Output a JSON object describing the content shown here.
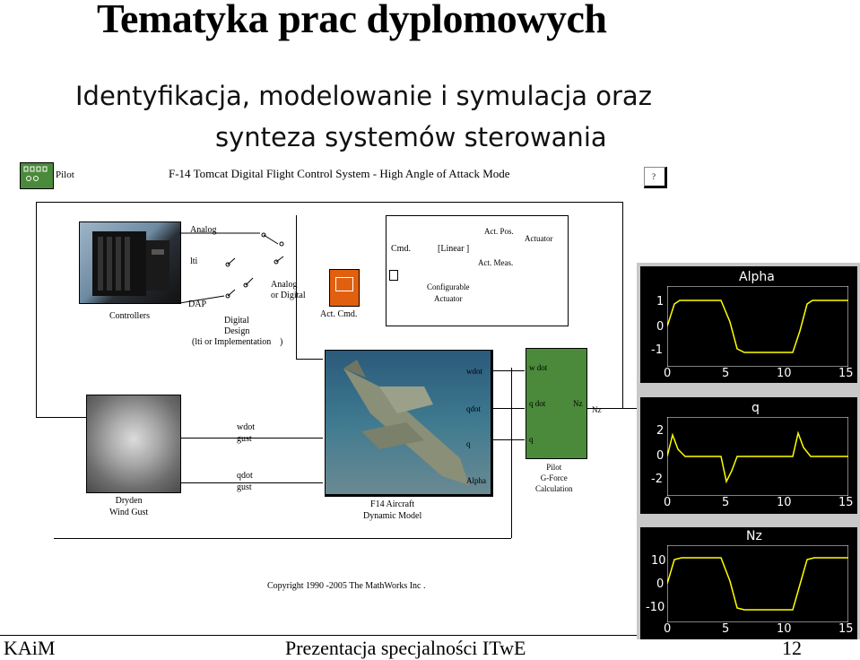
{
  "slide": {
    "title": "Tematyka prac dyplomowych",
    "subtitle_line1": "Identyfikacja, modelowanie i symulacja oraz",
    "subtitle_line2": "synteza systemów sterowania",
    "footer_left": "KAiM",
    "footer_center": "Prezentacja specjalności ITwE",
    "footer_right": "12"
  },
  "model": {
    "title": "F-14 Tomcat Digital Flight Control System - High Angle of Attack Mode",
    "help_button": "?",
    "pilot": "Pilot",
    "controllers": "Controllers",
    "analog": "Analog",
    "lti": "lti",
    "dap": "DAP",
    "analog_or_digital": "Analog\nor Digital",
    "digital_design": "Digital\nDesign",
    "lti_or_impl": "(lti or Implementation",
    "lti_or_impl_close": ")",
    "act_cmd": "Act. Cmd.",
    "cmd": "Cmd.",
    "linear": "[Linear ]",
    "act_pos": "Act. Pos.",
    "act_meas": "Act. Meas.",
    "actuator": "Actuator",
    "configurable": "Configurable\nActuator",
    "wdot": "wdot",
    "qdot": "qdot",
    "q": "q",
    "alpha": "Alpha",
    "w_dot_in": "w dot",
    "q_dot_in": "q dot",
    "q_in": "q",
    "nz_out": "Nz",
    "nz_label": "Nz",
    "pilot_gforce": "Pilot\nG-Force\nCalculation",
    "wdot_gust": "wdot\ngust",
    "qdot_gust": "qdot\ngust",
    "dryden": "Dryden\nWind Gust",
    "f14": "F14 Aircraft\nDynamic Model",
    "copyright": "Copyright  1990 -2005  The MathWorks Inc ."
  },
  "scopes": [
    {
      "title": "Alpha",
      "yticks": [
        "1",
        "0",
        "-1"
      ],
      "xticks": [
        "0",
        "5",
        "10",
        "15"
      ]
    },
    {
      "title": "q",
      "yticks": [
        "2",
        "0",
        "-2"
      ],
      "xticks": [
        "0",
        "5",
        "10",
        "15"
      ]
    },
    {
      "title": "Nz",
      "yticks": [
        "10",
        "0",
        "-10"
      ],
      "xticks": [
        "0",
        "5",
        "10",
        "15"
      ]
    }
  ],
  "colors": {
    "scope_bg": "#000000",
    "trace": "#ffff00",
    "pilot_green": "#4a8a3a",
    "actcmd_orange": "#e06010",
    "border_gray": "#c0c0c0"
  }
}
